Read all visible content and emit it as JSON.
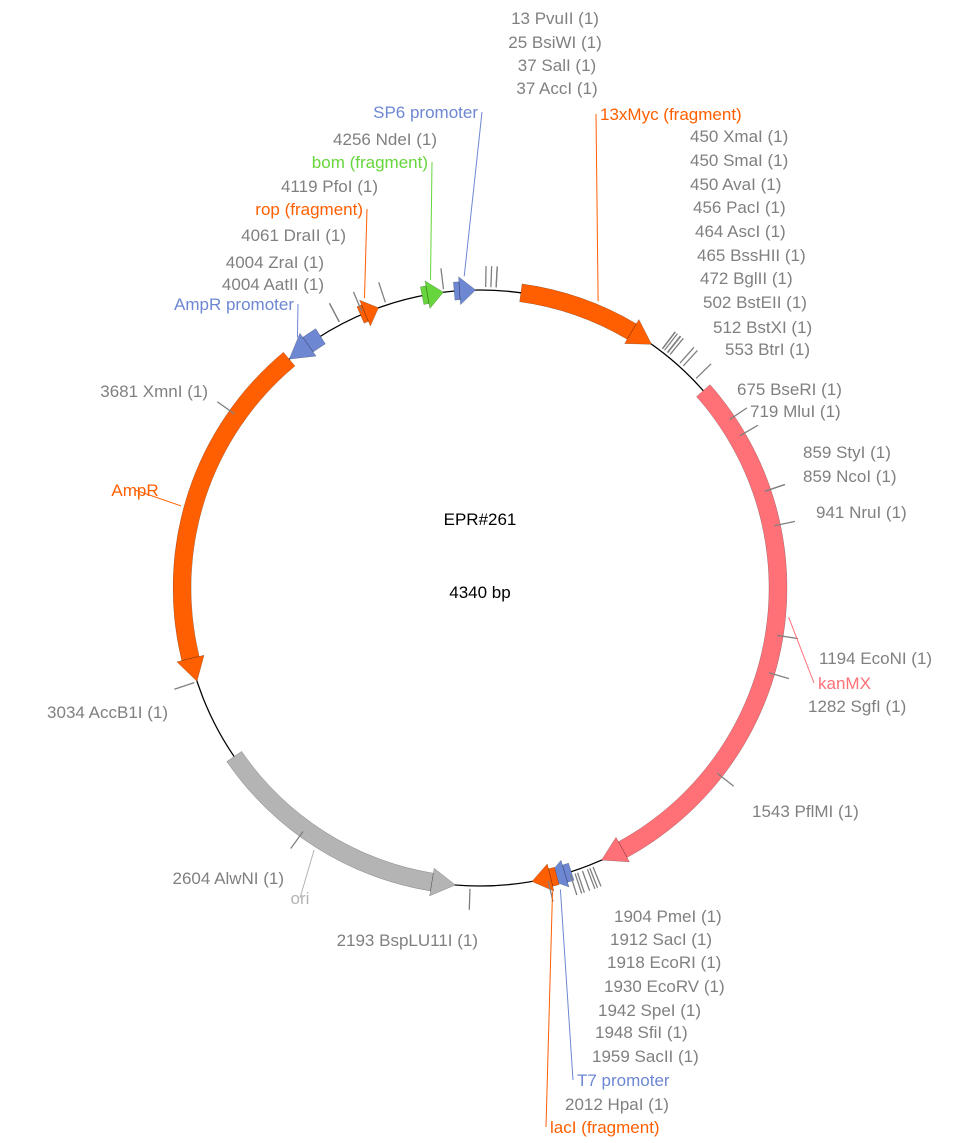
{
  "plasmid": {
    "name": "EPR#261",
    "length_label": "4340 bp",
    "length_bp": 4340
  },
  "colors": {
    "backbone": "#000000",
    "site": "#808080",
    "orange": "#ff5f00",
    "pink": "#ff7077",
    "blue": "#6d87d3",
    "green": "#66d63c",
    "gray": "#b4b4b4"
  },
  "features": [
    {
      "name": "13xMyc (fragment)",
      "start": 95,
      "end": 424,
      "color": "#ff5f00",
      "direction": 1,
      "label_color": "#ff5f00"
    },
    {
      "name": "kanMX",
      "start": 585,
      "end": 1880,
      "color": "#ff7077",
      "direction": 1,
      "label_color": "#ff7077"
    },
    {
      "name": "T7 promoter",
      "start": 1955,
      "end": 2016,
      "color": "#6d87d3",
      "direction": 1,
      "label_color": "#6d87d3"
    },
    {
      "name": "lacI (fragment)",
      "start": 1990,
      "end": 2049,
      "color": "#ff5f00",
      "direction": 1,
      "label_color": "#ff5f00"
    },
    {
      "name": "ori",
      "start": 2227,
      "end": 2840,
      "color": "#b4b4b4",
      "direction": -1,
      "label_color": "#b4b4b4"
    },
    {
      "name": "AmpR",
      "start": 3035,
      "end": 3860,
      "color": "#ff5f00",
      "direction": -1,
      "label_color": "#ff5f00"
    },
    {
      "name": "AmpR promoter",
      "start": 3860,
      "end": 3950,
      "color": "#6d87d3",
      "direction": -1,
      "label_color": "#6d87d3"
    },
    {
      "name": "rop (fragment)",
      "start": 4055,
      "end": 4100,
      "color": "#ff5f00",
      "direction": 1,
      "label_color": "#ff5f00"
    },
    {
      "name": "bom (fragment)",
      "start": 4205,
      "end": 4255,
      "color": "#66d63c",
      "direction": 1,
      "label_color": "#66d63c"
    },
    {
      "name": "SP6 promoter",
      "start": 4280,
      "end": 4330,
      "color": "#6d87d3",
      "direction": 1,
      "label_color": "#6d87d3"
    }
  ],
  "sites": [
    {
      "label": "13 PvuII (1)",
      "pos": 13
    },
    {
      "label": "25 BsiWI (1)",
      "pos": 25
    },
    {
      "label": "37 SalI (1)",
      "pos": 37
    },
    {
      "label": "37 AccI (1)",
      "pos": 37
    },
    {
      "label": "450 XmaI (1)",
      "pos": 450
    },
    {
      "label": "450 SmaI (1)",
      "pos": 450
    },
    {
      "label": "450 AvaI (1)",
      "pos": 450
    },
    {
      "label": "456 PacI (1)",
      "pos": 456
    },
    {
      "label": "464 AscI (1)",
      "pos": 464
    },
    {
      "label": "465 BssHII (1)",
      "pos": 465
    },
    {
      "label": "472 BglII (1)",
      "pos": 472
    },
    {
      "label": "502 BstEII (1)",
      "pos": 502
    },
    {
      "label": "512 BstXI (1)",
      "pos": 512
    },
    {
      "label": "553 BtrI (1)",
      "pos": 553
    },
    {
      "label": "675 BseRI (1)",
      "pos": 675
    },
    {
      "label": "719 MluI (1)",
      "pos": 719
    },
    {
      "label": "859 StyI (1)",
      "pos": 859
    },
    {
      "label": "859 NcoI (1)",
      "pos": 859
    },
    {
      "label": "941 NruI (1)",
      "pos": 941
    },
    {
      "label": "1194 EcoNI (1)",
      "pos": 1194
    },
    {
      "label": "1282 SgfI (1)",
      "pos": 1282
    },
    {
      "label": "1543 PflMI (1)",
      "pos": 1543
    },
    {
      "label": "1904 PmeI (1)",
      "pos": 1904
    },
    {
      "label": "1912 SacI (1)",
      "pos": 1912
    },
    {
      "label": "1918 EcoRI (1)",
      "pos": 1918
    },
    {
      "label": "1930 EcoRV (1)",
      "pos": 1930
    },
    {
      "label": "1942 SpeI (1)",
      "pos": 1942
    },
    {
      "label": "1948 SfiI (1)",
      "pos": 1948
    },
    {
      "label": "1959 SacII (1)",
      "pos": 1959
    },
    {
      "label": "2012 HpaI (1)",
      "pos": 2012
    },
    {
      "label": "2193 BspLU11I (1)",
      "pos": 2193
    },
    {
      "label": "2604 AlwNI (1)",
      "pos": 2604
    },
    {
      "label": "3034 AccB1I (1)",
      "pos": 3034
    },
    {
      "label": "3681 XmnI (1)",
      "pos": 3681
    },
    {
      "label": "4004 ZraI (1)",
      "pos": 4004
    },
    {
      "label": "4004 AatII (1)",
      "pos": 4004
    },
    {
      "label": "4061 DraII (1)",
      "pos": 4061
    },
    {
      "label": "4119 PfoI (1)",
      "pos": 4119
    },
    {
      "label": "4256 NdeI (1)",
      "pos": 4256
    }
  ]
}
